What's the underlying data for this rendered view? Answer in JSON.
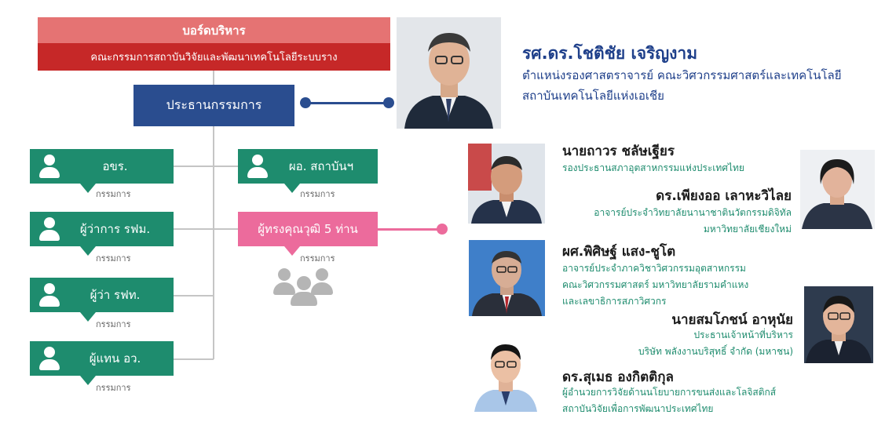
{
  "board": {
    "title": "บอร์ดบริหาร",
    "subtitle": "คณะกรรมการสถาบันวิจัยและพัฒนาเทคโนโลยีระบบราง",
    "chairman_label": "ประธานกรรมการ"
  },
  "members_left": [
    {
      "label": "อขร.",
      "role": "กรรมการ"
    },
    {
      "label": "ผู้ว่าการ รฟม.",
      "role": "กรรมการ"
    },
    {
      "label": "ผู้ว่า รฟท.",
      "role": "กรรมการ"
    },
    {
      "label": "ผู้แทน อว.",
      "role": "กรรมการ"
    }
  ],
  "members_right": [
    {
      "label": "ผอ. สถาบันฯ",
      "role": "กรรมการ"
    },
    {
      "label": "ผู้ทรงคุณวุฒิ 5 ท่าน",
      "role": "กรรมการ"
    }
  ],
  "chairman": {
    "name": "รศ.ดร.โชติชัย  เจริญงาม",
    "position_line1": "ตำแหน่งรองศาสตราจารย์ คณะวิศวกรรมศาสตร์และเทคโนโลยี",
    "position_line2": "สถาบันเทคโนโลยีแห่งเอเชีย"
  },
  "experts": [
    {
      "name": "นายถาวร  ชลัษเฐียร",
      "lines": [
        "รองประธานสภาอุตสาหกรรมแห่งประเทศไทย"
      ]
    },
    {
      "name": "ดร.เพียงออ เลาหะวิไลย",
      "lines": [
        "อาจารย์ประจำวิทยาลัยนานาชาตินวัตกรรมดิจิทัล",
        "มหาวิทยาลัยเชียงใหม่"
      ]
    },
    {
      "name": "ผศ.พิศิษฐ์  แสง-ชูโต",
      "lines": [
        "อาจารย์ประจำภาควิชาวิศวกรรมอุตสาหกรรม",
        "คณะวิศวกรรมศาสตร์ มหาวิทยาลัยรามคำแหง",
        "และเลขาธิการสภาวิศวกร"
      ]
    },
    {
      "name": "นายสมโภชน์  อาหุนัย",
      "lines": [
        "ประธานเจ้าหน้าที่บริหาร",
        "บริษัท พลังงานบริสุทธิ์ จำกัด (มหาชน)"
      ]
    },
    {
      "name": "ดร.สุเมธ  องกิตติกุล",
      "lines": [
        "ผู้อำนวยการวิจัยด้านนโยบายการขนส่งและโลจิสติกส์",
        "สถาบันวิจัยเพื่อการพัฒนาประเทศไทย"
      ]
    }
  ],
  "colors": {
    "board_light": "#e57373",
    "board_dark": "#c62828",
    "chairman_box": "#2a4d8f",
    "member_green": "#1e8c6e",
    "expert_pink": "#ec6b9c",
    "name_blue": "#1e3f8a"
  },
  "icons": [
    "person-icon",
    "group-icon"
  ]
}
